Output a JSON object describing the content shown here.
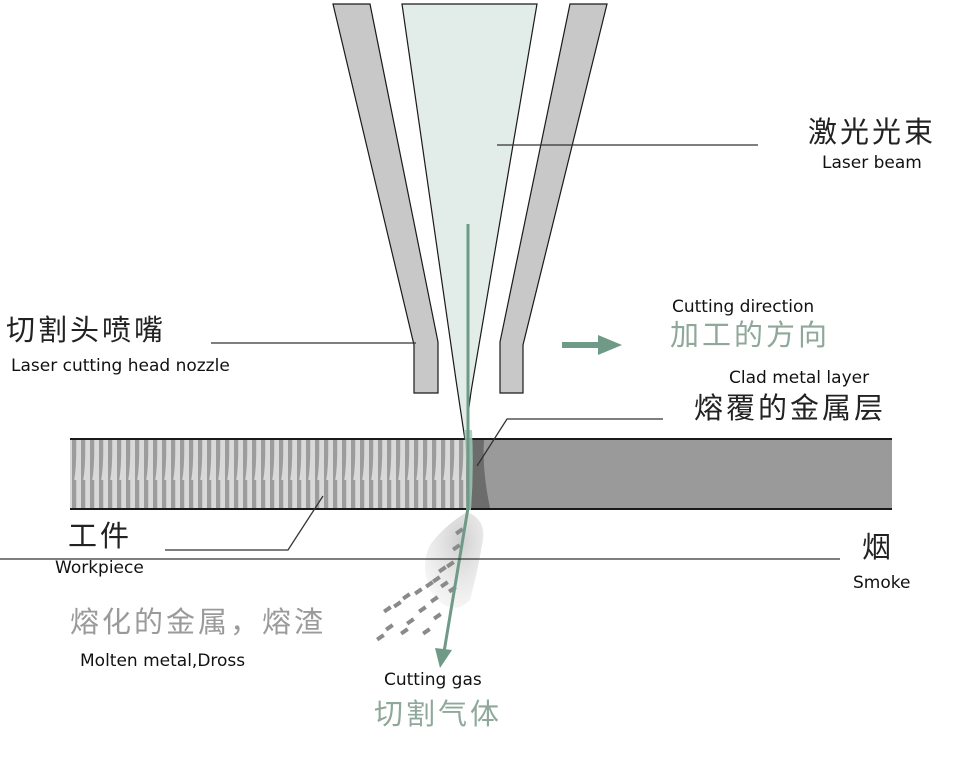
{
  "title": "Laser cutting process diagram",
  "labels": {
    "laser_beam": {
      "zh": "激光光束",
      "en": "Laser beam"
    },
    "nozzle": {
      "zh": "切割头喷嘴",
      "en": "Laser cutting head nozzle"
    },
    "cutting_direction": {
      "zh": "加工的方向",
      "en": "Cutting direction"
    },
    "clad_metal": {
      "zh": "熔覆的金属层",
      "en": "Clad metal layer"
    },
    "workpiece": {
      "zh": "工件",
      "en": "Workpiece"
    },
    "smoke": {
      "zh": "烟",
      "en": "Smoke"
    },
    "molten_metal": {
      "zh": "熔化的金属，熔渣",
      "en": "Molten metal,Dross"
    },
    "cutting_gas": {
      "zh": "切割气体",
      "en": "Cutting gas"
    }
  },
  "colors": {
    "nozzle_fill": "#c8c8c8",
    "beam_fill": "#e2ece8",
    "gas_green": "#6e9a87",
    "workpiece_cut": "#9a9a9a",
    "clad_dark": "#6c6c6c",
    "outline": "#1a1a1a"
  }
}
